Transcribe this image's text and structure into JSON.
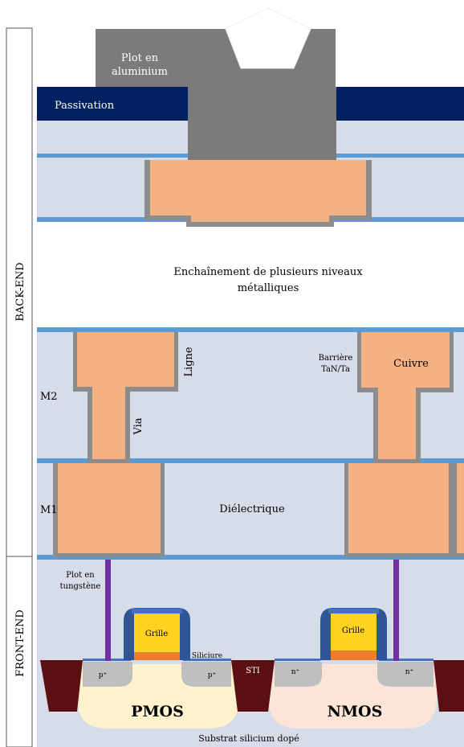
{
  "side_labels": {
    "back_end": "BACK-END",
    "front_end": "FRONT-END"
  },
  "pad": {
    "label_line1": "Plot en",
    "label_line2": "aluminium"
  },
  "passivation": {
    "label": "Passivation"
  },
  "middle": {
    "line1": "Enchaînement de plusieurs niveaux",
    "line2": "métalliques"
  },
  "levels": {
    "m2": "M2",
    "m1": "M1"
  },
  "annotations": {
    "ligne": "Ligne",
    "via": "Via",
    "barrier_line1": "Barrière",
    "barrier_line2": "TaN/Ta",
    "copper": "Cuivre",
    "dielectric": "Diélectrique",
    "tungsten_line1": "Plot en",
    "tungsten_line2": "tungstène",
    "silicide": "Siliciure",
    "sti": "STI",
    "gate_left": "Grille",
    "gate_right": "Grille",
    "p_left": "p⁺",
    "p_right": "p⁺",
    "n_left": "n⁺",
    "n_right": "n⁺",
    "pmos": "PMOS",
    "nmos": "NMOS",
    "substrate": "Substrat silicium dopé"
  },
  "colors": {
    "dielectric": "#d6dde9",
    "barrier_blue": "#5b9bd5",
    "copper": "#f4b183",
    "barrier_grey": "#7f7f7f",
    "aluminium": "#7b7b7b",
    "passivation": "#002060",
    "tungsten": "#7030a0",
    "gate": "#ffd320",
    "silicide": "#ed7d31",
    "sti": "#5b0f12",
    "pmos_well": "#fff2cc",
    "nmos_well": "#fce4d6",
    "spacer": "#2f5597"
  }
}
